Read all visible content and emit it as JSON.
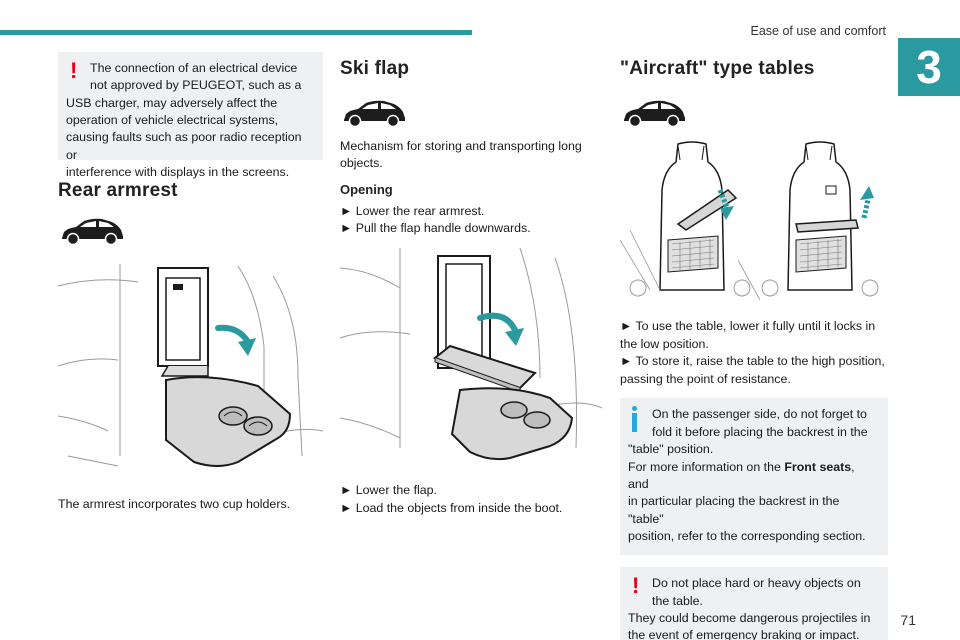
{
  "header": {
    "section_title": "Ease of use and comfort",
    "chapter_number": "3",
    "page_number": "71",
    "accent_color": "#2a9aa0"
  },
  "col1": {
    "warning": {
      "icon": "warning-exclamation-icon",
      "color": "#e2001a",
      "lines": [
        "The connection of an electrical device",
        "not approved by PEUGEOT, such as a",
        "USB charger, may adversely affect the",
        "operation of vehicle electrical systems,",
        "causing faults such as poor radio reception or",
        "interference with displays in the screens."
      ]
    },
    "rear_armrest": {
      "title": "Rear armrest",
      "caption": "The armrest incorporates two cup holders."
    }
  },
  "col2": {
    "title": "Ski flap",
    "intro": [
      "Mechanism for storing and transporting long",
      "objects."
    ],
    "opening_label": "Opening",
    "steps_before": [
      "► Lower the rear armrest.",
      "► Pull the flap handle downwards."
    ],
    "steps_after": [
      "► Lower the flap.",
      "► Load the objects from inside the boot."
    ]
  },
  "col3": {
    "title": "\"Aircraft\" type tables",
    "instructions": [
      "► To use the table, lower it fully until it locks in",
      "the low position.",
      "► To store it, raise the table to the high position,",
      "passing the point of resistance."
    ],
    "info": {
      "icon": "info-icon",
      "color": "#2aa6dc",
      "lines": [
        "On the passenger side, do not forget to",
        "fold it before placing the backrest in the",
        "\"table\" position."
      ],
      "more_prefix": "For more information on the ",
      "more_bold": "Front seats",
      "more_suffix": ", and",
      "more_lines": [
        "in particular placing the backrest in the \"table\"",
        "position, refer to the corresponding section."
      ]
    },
    "warning": {
      "icon": "warning-exclamation-icon",
      "color": "#e2001a",
      "lines": [
        "Do not place hard or heavy objects on",
        "the table.",
        "They could become dangerous projectiles in",
        "the event of emergency braking or impact."
      ]
    }
  }
}
